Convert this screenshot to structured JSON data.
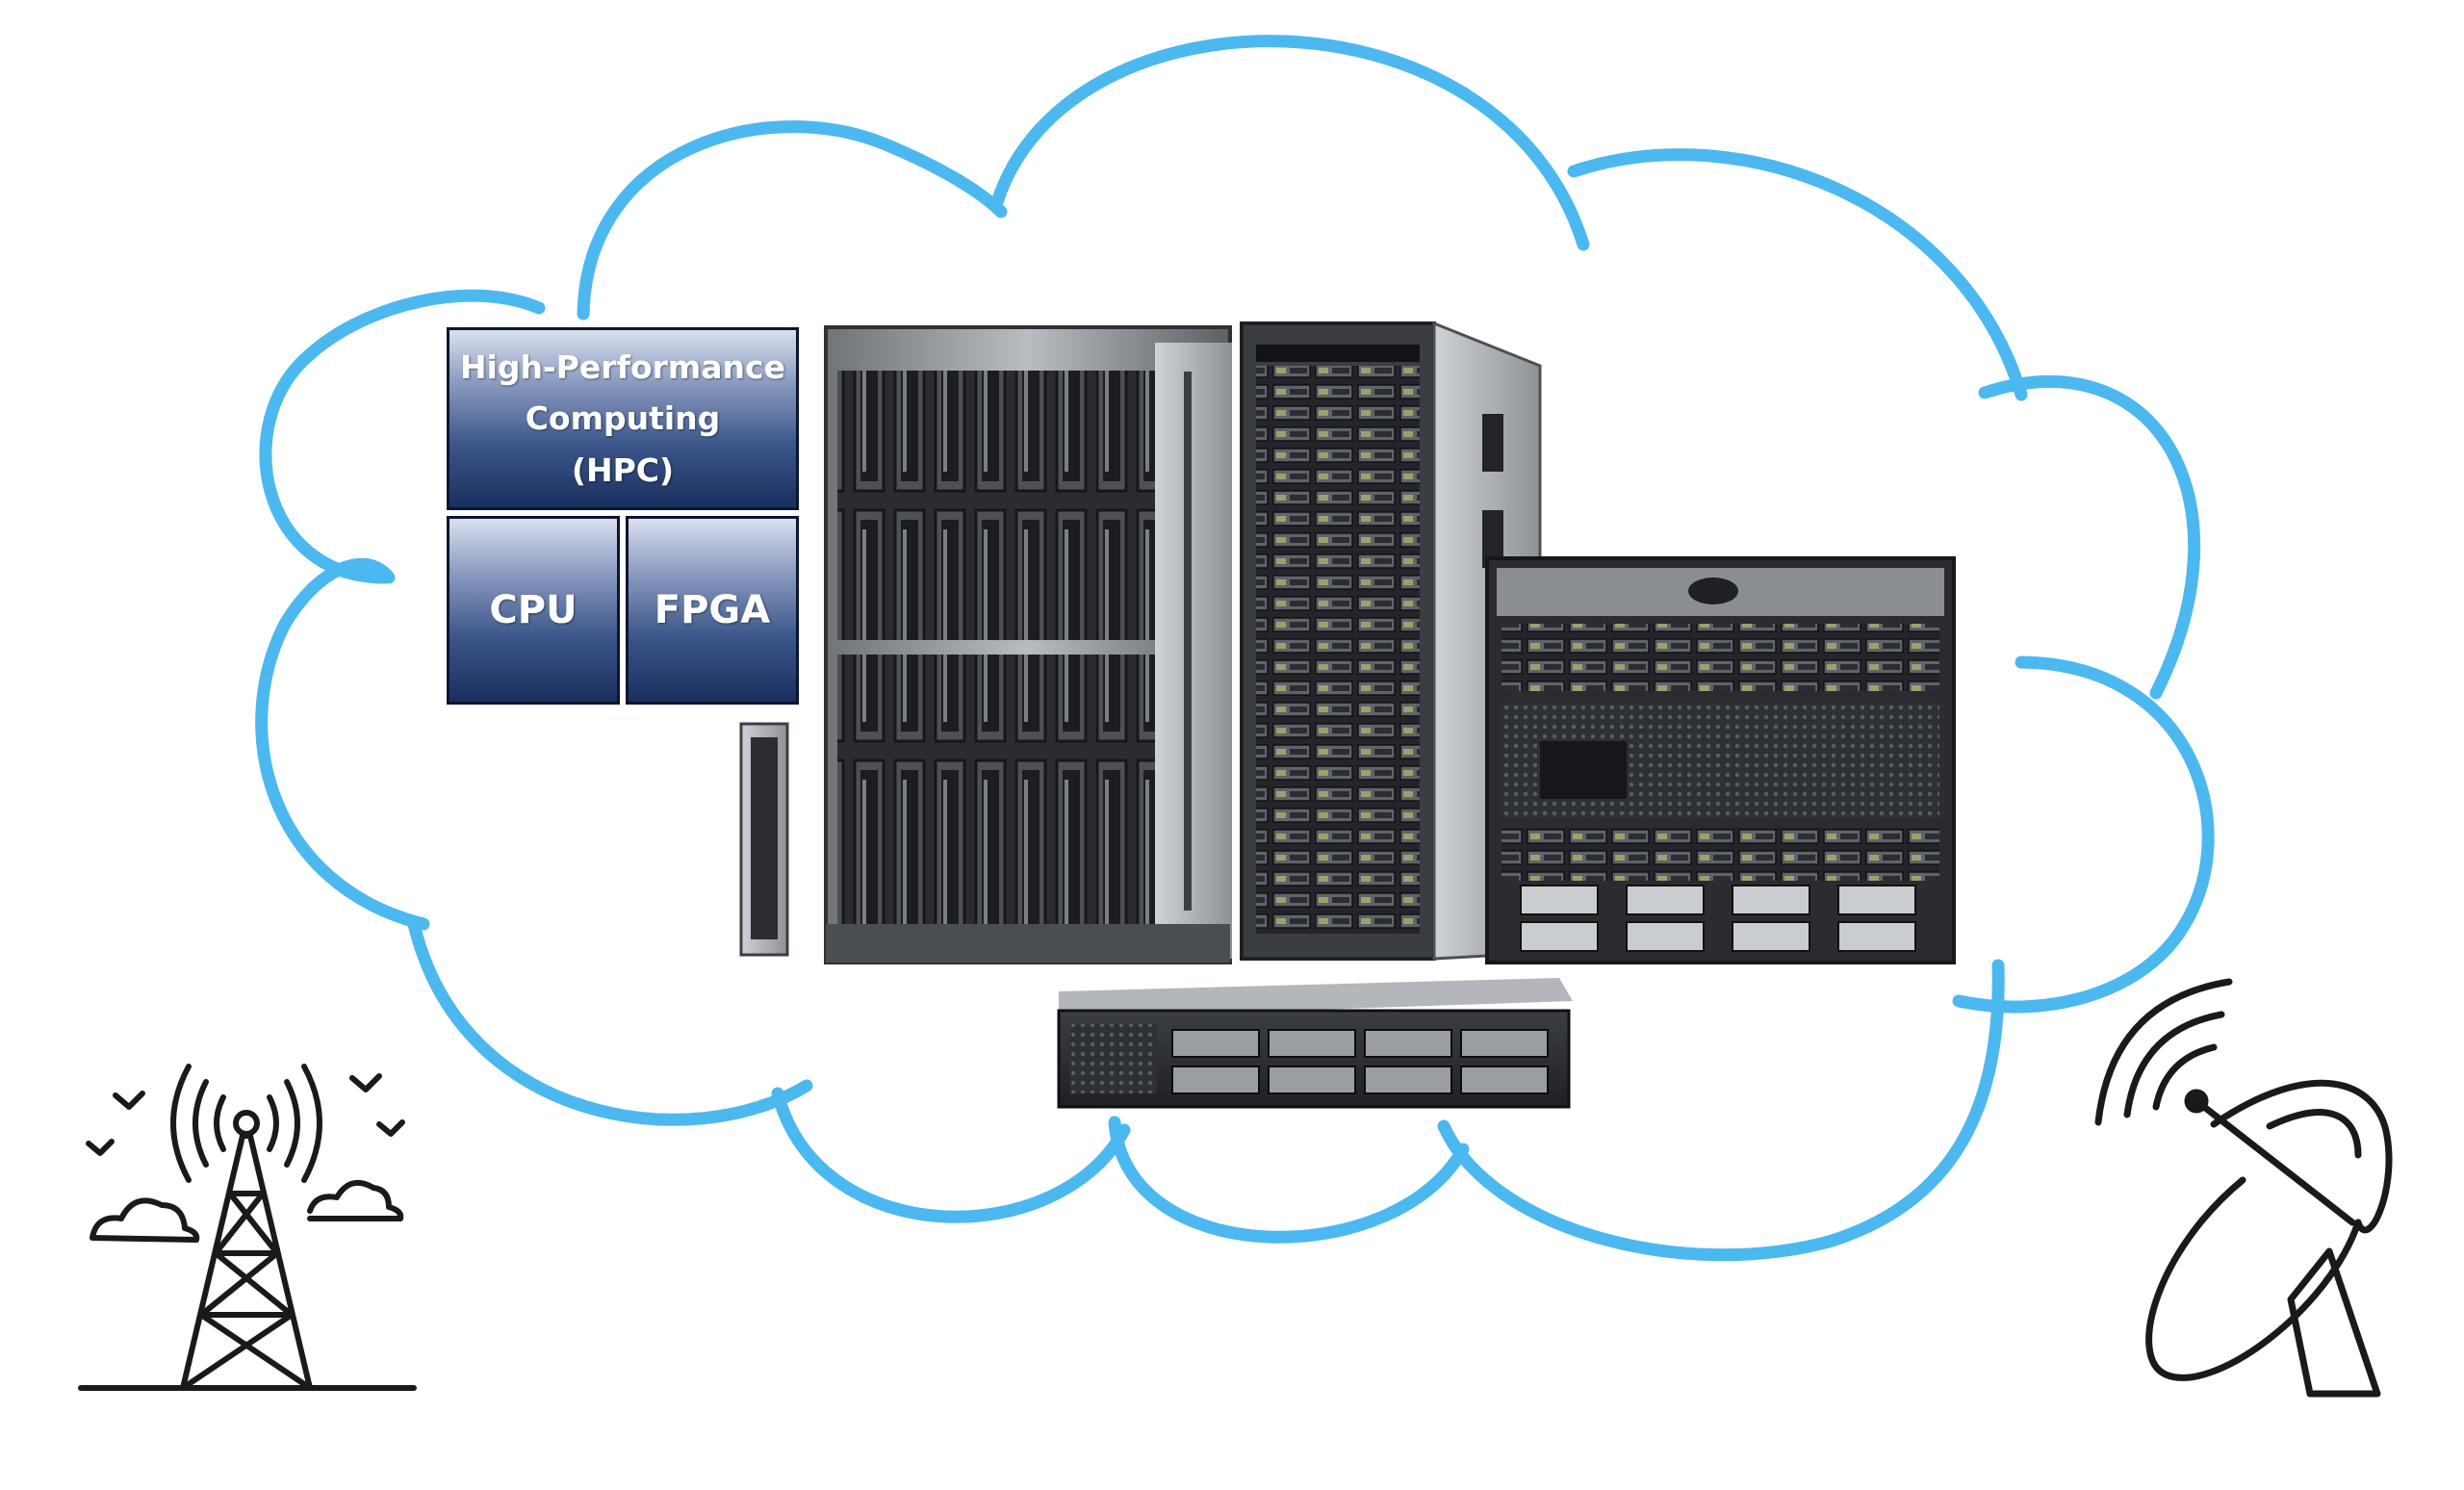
{
  "hpc_block": {
    "title": "High-Performance\nComputing\n(HPC)",
    "components": [
      "CPU",
      "FPGA"
    ]
  },
  "illustrations": {
    "cloud": "cloud-outline",
    "servers": "server-rack-cluster",
    "left_device": "radio-tower-icon",
    "right_device": "satellite-dish-icon"
  },
  "colors": {
    "cloud_outline": "#4cb8f0",
    "hpc_box_dark": "#1a2f5e",
    "hpc_box_light": "#d9e0ee",
    "icon_stroke": "#1a1a1a"
  }
}
